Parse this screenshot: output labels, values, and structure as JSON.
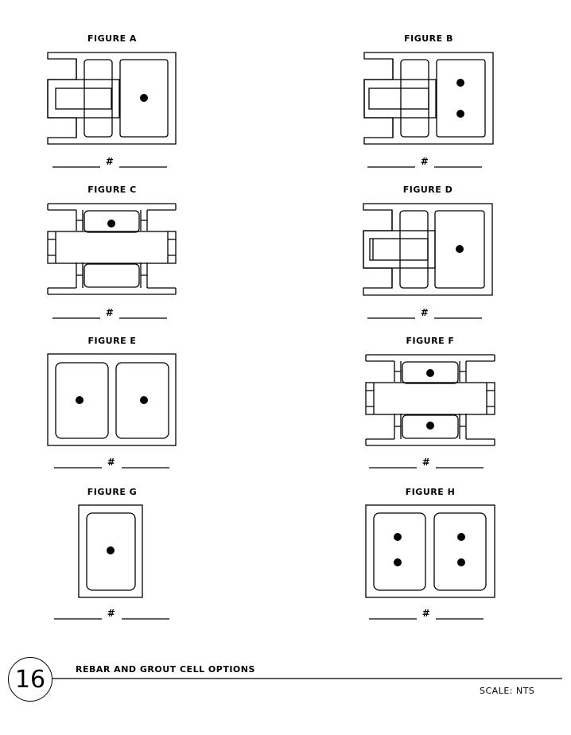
{
  "figures": [
    {
      "id": "a",
      "caption": "FIGURE A",
      "separator": "#"
    },
    {
      "id": "b",
      "caption": "FIGURE B",
      "separator": "#"
    },
    {
      "id": "c",
      "caption": "FIGURE C",
      "separator": "#"
    },
    {
      "id": "d",
      "caption": "FIGURE D",
      "separator": "#"
    },
    {
      "id": "e",
      "caption": "FIGURE E",
      "separator": "#"
    },
    {
      "id": "f",
      "caption": "FIGURE F",
      "separator": "#"
    },
    {
      "id": "g",
      "caption": "FIGURE G",
      "separator": "#"
    },
    {
      "id": "h",
      "caption": "FIGURE H",
      "separator": "#"
    }
  ],
  "title_block": {
    "sheet_number": "16",
    "title": "REBAR AND GROUT CELL OPTIONS",
    "scale": "SCALE: NTS"
  }
}
